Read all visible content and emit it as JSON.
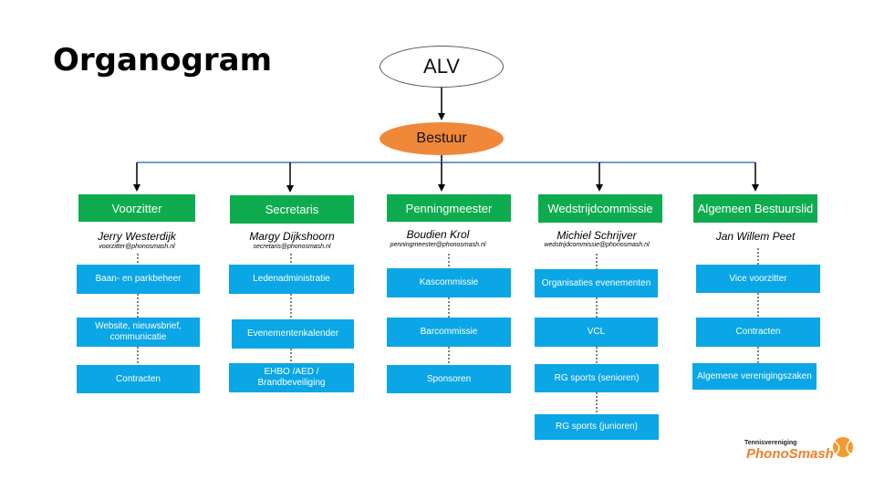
{
  "title": "Organogram",
  "top": "ALV",
  "board": "Bestuur",
  "columns": [
    {
      "role": "Voorzitter",
      "name": "Jerry Westerdijk",
      "email": "voorzitter@phonosmash.nl",
      "tasks": [
        "Baan- en parkbeheer",
        "Website, nieuwsbrief, communicatie",
        "Contracten"
      ]
    },
    {
      "role": "Secretaris",
      "name": "Margy Dijkshoorn",
      "email": "secretaris@phonosmash.nl",
      "tasks": [
        "Ledenadministratie",
        "Evenementenkalender",
        "EHBO /AED / Brandbeveiliging"
      ]
    },
    {
      "role": "Penningmeester",
      "name": "Boudien Krol",
      "email": "penningmeester@phonosmash.nl",
      "tasks": [
        "Kascommissie",
        "Barcommissie",
        "Sponsoren"
      ]
    },
    {
      "role": "Wedstrijdcommissie",
      "name": "Michiel Schrijver",
      "email": "wedstrijdcommissie@phonosmash.nl",
      "tasks": [
        "Organisaties evenementen",
        "VCL",
        "RG sports (senioren)",
        "RG sports (junioren)"
      ]
    },
    {
      "role": "Algemeen Bestuurslid",
      "name": "Jan Willem Peet",
      "email": "",
      "tasks": [
        "Vice voorzitter",
        "Contracten",
        "Algemene verenigingszaken"
      ]
    }
  ],
  "logo": {
    "club_type": "Tennisvereniging",
    "club_name": "PhonoSmash"
  },
  "colors": {
    "head": "#0eac4f",
    "task": "#0aa6e6",
    "board": "#f0883a"
  }
}
